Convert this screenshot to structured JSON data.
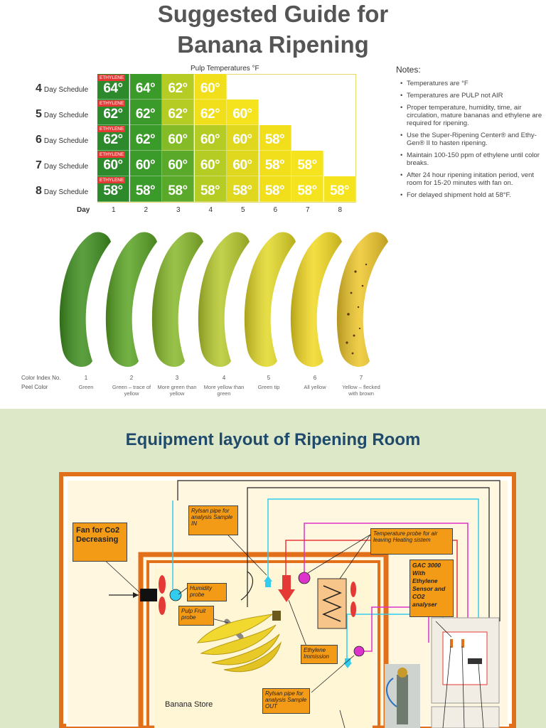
{
  "guide": {
    "title_line1": "Suggested Guide for",
    "title_line2": "Banana Ripening",
    "pulp_header": "Pulp Temperatures °F",
    "ethylene_tag": "ETHYLENE",
    "schedules": [
      {
        "num": "4",
        "label": "Day Schedule",
        "temps": [
          "64°",
          "64°",
          "62°",
          "60°"
        ]
      },
      {
        "num": "5",
        "label": "Day Schedule",
        "temps": [
          "62°",
          "62°",
          "62°",
          "62°",
          "60°"
        ]
      },
      {
        "num": "6",
        "label": "Day Schedule",
        "temps": [
          "62°",
          "62°",
          "60°",
          "60°",
          "60°",
          "58°"
        ]
      },
      {
        "num": "7",
        "label": "Day Schedule",
        "temps": [
          "60°",
          "60°",
          "60°",
          "60°",
          "60°",
          "58°",
          "58°"
        ]
      },
      {
        "num": "8",
        "label": "Day Schedule",
        "temps": [
          "58°",
          "58°",
          "58°",
          "58°",
          "58°",
          "58°",
          "58°",
          "58°"
        ]
      }
    ],
    "day_label": "Day",
    "days": [
      "1",
      "2",
      "3",
      "4",
      "5",
      "6",
      "7",
      "8"
    ],
    "notes_title": "Notes:",
    "notes": [
      "Temperatures are °F",
      "Temperatures are PULP not AIR",
      "Proper temperature, humidity, time, air circulation, mature bananas and ethylene are required for ripening.",
      "Use the Super-Ripening Center® and Ethy-Gen® II to hasten ripening.",
      "Maintain 100-150 ppm of ethylene until color breaks.",
      "After 24 hour ripening initation period, vent room for 15-20 minutes with fan on.",
      "For delayed shipment hold at 58°F."
    ],
    "color_index_label": "Color Index No.",
    "peel_color_label": "Peel Color",
    "color_index": [
      "1",
      "2",
      "3",
      "4",
      "5",
      "6",
      "7"
    ],
    "peel_colors": [
      "Green",
      "Green – trace of yellow",
      "More green than yellow",
      "More yellow than green",
      "Green tip",
      "All yellow",
      "Yellow – flecked with brown"
    ]
  },
  "layout_diagram": {
    "title": "Equipment layout of Ripening Room",
    "labels": {
      "fan": "Fan for Co2 Decreasing",
      "rylsan_in": "Rylsan pipe for analysis Sample IN",
      "temp_probe": "Temperature probe for air leaving Heating sistem",
      "gac": "GAC 3000 With Ethylene Sensor and CO2 analyser",
      "humidity": "Humidity probe",
      "pulp_probe": "Pulp Fruit probe",
      "ethylene": "Ethylene Immission",
      "rylsan_out": "Rylsan pipe for analysis Sample OUT",
      "store": "Banana Store"
    }
  }
}
